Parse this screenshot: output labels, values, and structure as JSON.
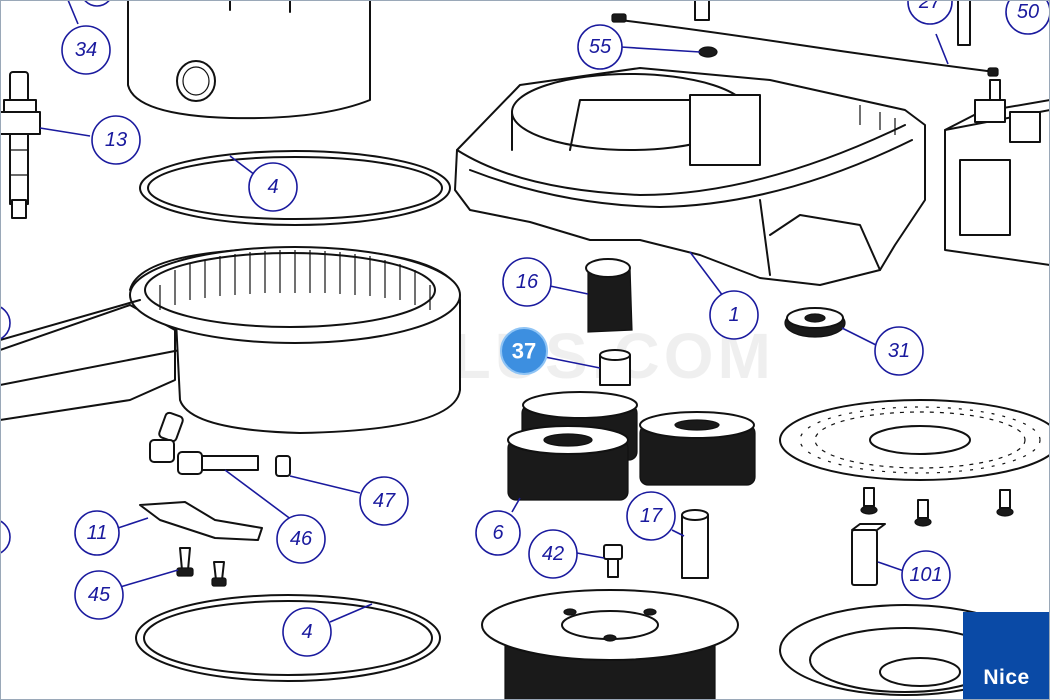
{
  "diagram": {
    "callouts": [
      {
        "id": "c34",
        "label": "34"
      },
      {
        "id": "c55",
        "label": "55"
      },
      {
        "id": "c27",
        "label": "27"
      },
      {
        "id": "c50",
        "label": "50"
      },
      {
        "id": "c13",
        "label": "13"
      },
      {
        "id": "c4a",
        "label": "4"
      },
      {
        "id": "c16",
        "label": "16"
      },
      {
        "id": "c1",
        "label": "1"
      },
      {
        "id": "c31",
        "label": "31"
      },
      {
        "id": "c47",
        "label": "47"
      },
      {
        "id": "c11",
        "label": "11"
      },
      {
        "id": "c46",
        "label": "46"
      },
      {
        "id": "c6",
        "label": "6"
      },
      {
        "id": "c17",
        "label": "17"
      },
      {
        "id": "c42",
        "label": "42"
      },
      {
        "id": "c45",
        "label": "45"
      },
      {
        "id": "c4b",
        "label": "4"
      },
      {
        "id": "c101",
        "label": "101"
      }
    ],
    "highlighted_callout": {
      "label": "37"
    },
    "watermark": "PLUS.COM",
    "brand_logo": "Nice",
    "colors": {
      "callout": "#1a1a9e",
      "highlight": "#3d8fe0",
      "brand": "#0a4aa6"
    }
  }
}
